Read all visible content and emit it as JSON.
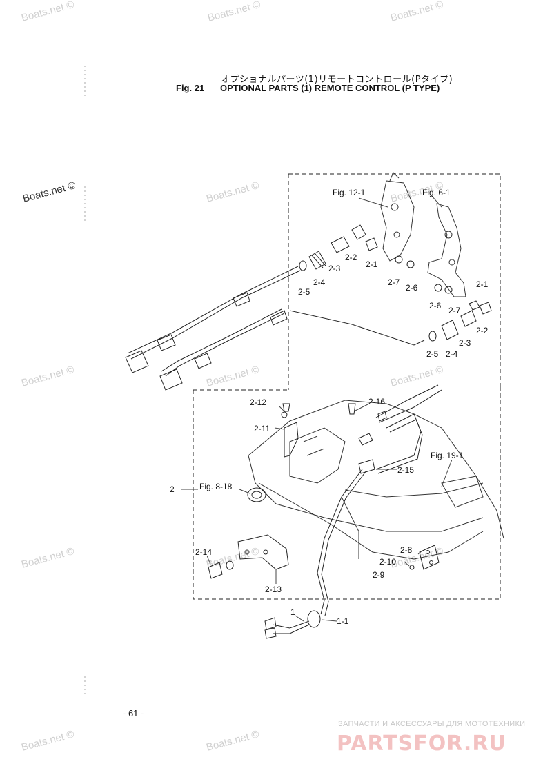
{
  "header": {
    "title_jp": "オプショナルパーツ(1)リモートコントロール(Pタイプ)",
    "fig_number": "Fig. 21",
    "title_en": "OPTIONAL PARTS (1) REMOTE CONTROL (P TYPE)"
  },
  "watermarks": {
    "text": "Boats.net",
    "text_copyright": "Boats.net ©"
  },
  "callouts": {
    "fig_12_1": "Fig. 12-1",
    "fig_6_1": "Fig. 6-1",
    "fig_19_1": "Fig. 19-1",
    "fig_8_18": "Fig. 8-18",
    "p2_1_upper": "2-1",
    "p2_2_upper": "2-2",
    "p2_3_upper": "2-3",
    "p2_4_upper": "2-4",
    "p2_5_upper": "2-5",
    "p2_6_upper": "2-6",
    "p2_7_upper": "2-7",
    "p2_1_right": "2-1",
    "p2_6_right": "2-6",
    "p2_7_right": "2-7",
    "p2_2_right": "2-2",
    "p2_3_right": "2-3",
    "p2_4_right": "2-4",
    "p2_5_right": "2-5",
    "p2_12": "2-12",
    "p2_16": "2-16",
    "p2_11": "2-11",
    "p2_15": "2-15",
    "p2": "2",
    "p2_14": "2-14",
    "p2_13": "2-13",
    "p2_8": "2-8",
    "p2_10": "2-10",
    "p2_9": "2-9",
    "p1": "1",
    "p1_1": "1-1"
  },
  "footer": {
    "page_number": "- 61 -",
    "store_tagline": "ЗАПЧАСТИ И АКСЕССУАРЫ ДЛЯ МОТОТЕХНИКИ",
    "store_brand": "PARTSFOR.RU"
  }
}
